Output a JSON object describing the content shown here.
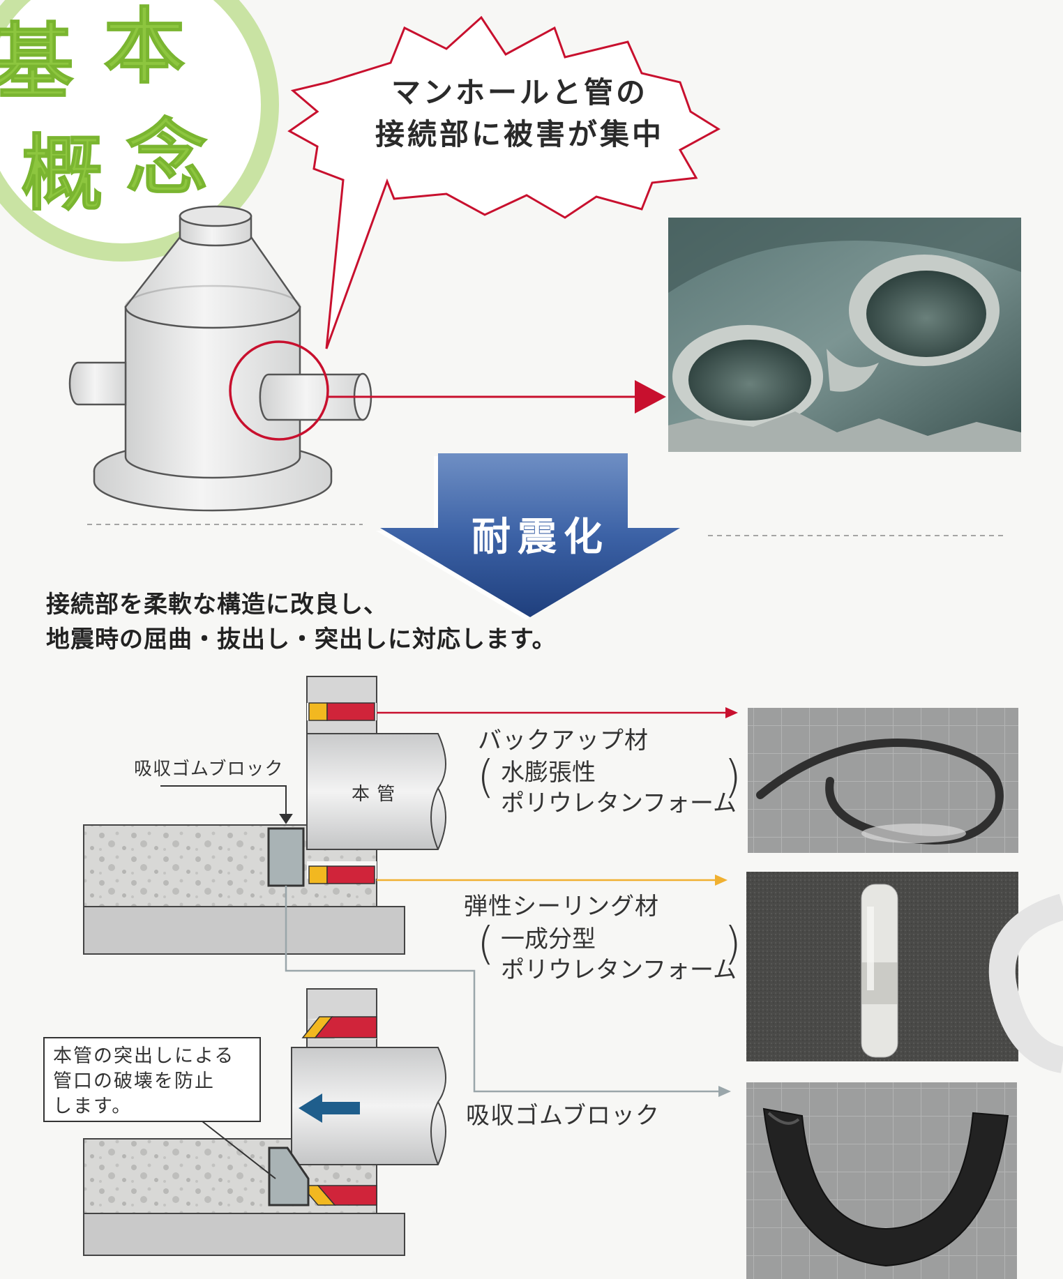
{
  "title": {
    "chars": [
      "基",
      "本",
      "概",
      "念"
    ]
  },
  "burst": {
    "line1": "マンホールと管の",
    "line2": "接続部に被害が集中"
  },
  "arrow_label": "耐震化",
  "description": {
    "line1": "接続部を柔軟な構造に改良し、",
    "line2": "地震時の屈曲・抜出し・突出しに対応します。"
  },
  "diagram": {
    "main_pipe_label": "本 管",
    "rubber_block_label": "吸収ゴムブロック",
    "note": {
      "line1": "本管の突出しによる",
      "line2": "管口の破壊を防止",
      "line3": "します。"
    }
  },
  "materials": {
    "backup": {
      "name": "バックアップ材",
      "line1": "水膨張性",
      "line2": "ポリウレタンフォーム"
    },
    "sealant": {
      "name": "弾性シーリング材",
      "line1": "一成分型",
      "line2": "ポリウレタンフォーム"
    },
    "rubber": {
      "name": "吸収ゴムブロック"
    }
  },
  "colors": {
    "title_green": "#8dc63f",
    "burst_red": "#c8102e",
    "arrow_blue": "#2c4f8c",
    "red_seal": "#d0243a",
    "yellow_seal": "#f2b820",
    "gray_line": "#9aa6aa",
    "orange_line": "#f0b030"
  }
}
